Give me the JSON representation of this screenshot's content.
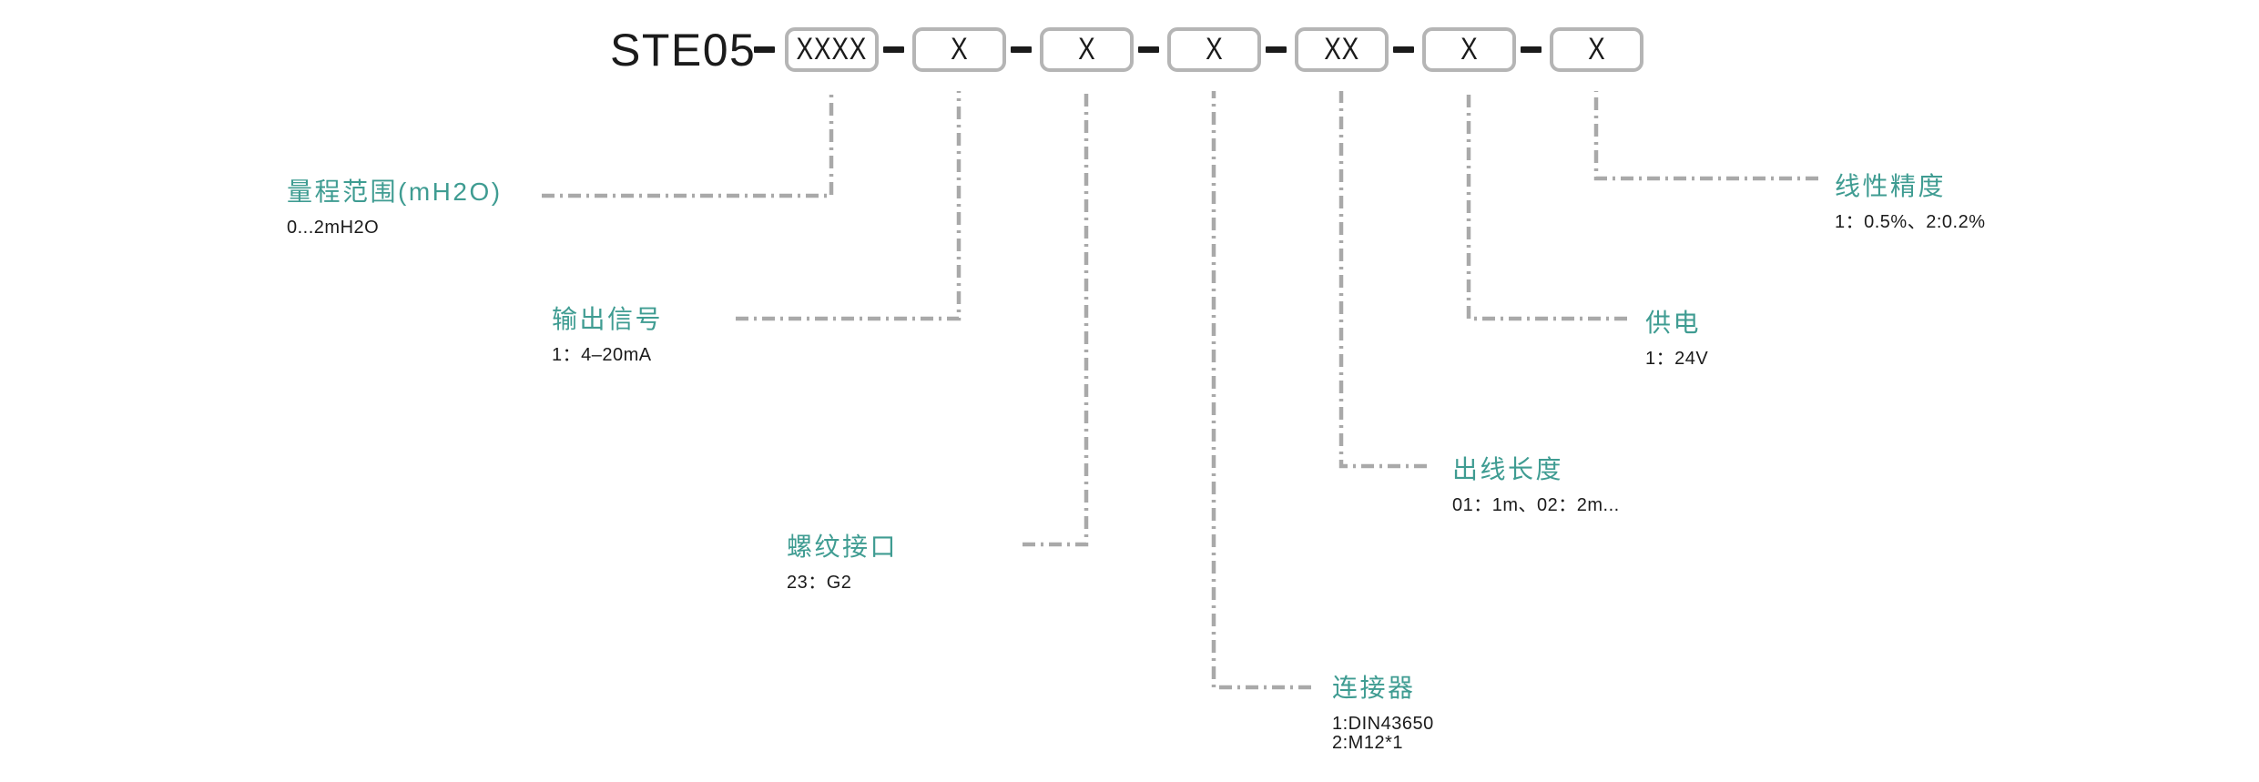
{
  "model": {
    "prefix": "STE05",
    "separator": "-",
    "segments": [
      "XXXX",
      "X",
      "X",
      "X",
      "XX",
      "X",
      "X"
    ]
  },
  "fields": [
    {
      "label": "量程范围(mH2O)",
      "lines": [
        "0...2mH2O"
      ]
    },
    {
      "label": "输出信号",
      "lines": [
        "1：4–20mA"
      ]
    },
    {
      "label": "螺纹接口",
      "lines": [
        "23：G2"
      ]
    },
    {
      "label": "连接器",
      "lines": [
        "1:DIN43650",
        "2:M12*1"
      ]
    },
    {
      "label": "出线长度",
      "lines": [
        "01：1m、02：2m..."
      ]
    },
    {
      "label": "供电",
      "lines": [
        "1：24V"
      ]
    },
    {
      "label": "线性精度",
      "lines": [
        "1：0.5%、2:0.2%"
      ]
    }
  ],
  "colors": {
    "label-color": "#3f9c92",
    "text-color": "#1b1b1b",
    "box-border-color": "#b5b5b5",
    "connector-color": "#a9a9a9",
    "separator-color": "#1b1b1b",
    "background": "#ffffff"
  }
}
